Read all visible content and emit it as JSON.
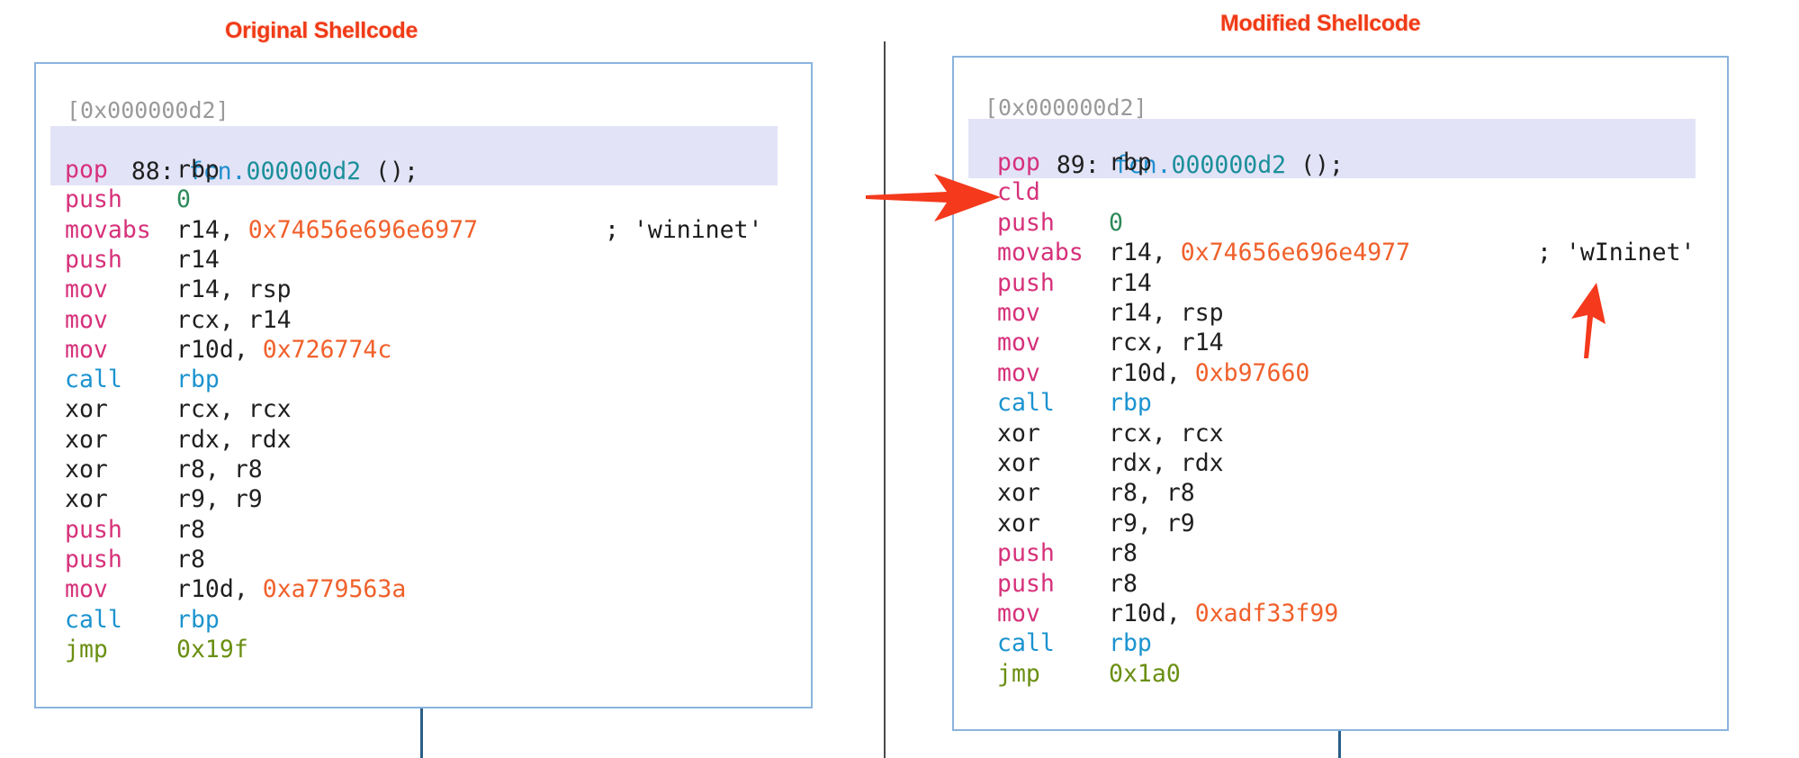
{
  "left": {
    "title": "Original Shellcode",
    "address": "[0x000000d2]",
    "function": {
      "index": "88:",
      "name_prefix": "fcn.",
      "name_addr": "000000d2",
      "suffix": " ();"
    },
    "instructions": [
      {
        "mnemonic": "pop",
        "operands": [
          {
            "t": "rbp",
            "c": "dark"
          }
        ],
        "mc": "pink"
      },
      {
        "mnemonic": "push",
        "operands": [
          {
            "t": "0",
            "c": "green"
          }
        ],
        "mc": "pink"
      },
      {
        "mnemonic": "movabs",
        "operands": [
          {
            "t": "r14, ",
            "c": "dark"
          },
          {
            "t": "0x74656e696e6977",
            "c": "orange"
          }
        ],
        "mc": "pink",
        "comment": "; 'wininet'"
      },
      {
        "mnemonic": "push",
        "operands": [
          {
            "t": "r14",
            "c": "dark"
          }
        ],
        "mc": "pink"
      },
      {
        "mnemonic": "mov",
        "operands": [
          {
            "t": "r14, rsp",
            "c": "dark"
          }
        ],
        "mc": "pink"
      },
      {
        "mnemonic": "mov",
        "operands": [
          {
            "t": "rcx, r14",
            "c": "dark"
          }
        ],
        "mc": "pink"
      },
      {
        "mnemonic": "mov",
        "operands": [
          {
            "t": "r10d, ",
            "c": "dark"
          },
          {
            "t": "0x726774c",
            "c": "orange"
          }
        ],
        "mc": "pink"
      },
      {
        "mnemonic": "call",
        "operands": [
          {
            "t": "rbp",
            "c": "cyan"
          }
        ],
        "mc": "cyan"
      },
      {
        "mnemonic": "xor",
        "operands": [
          {
            "t": "rcx, rcx",
            "c": "dark"
          }
        ],
        "mc": "dark"
      },
      {
        "mnemonic": "xor",
        "operands": [
          {
            "t": "rdx, rdx",
            "c": "dark"
          }
        ],
        "mc": "dark"
      },
      {
        "mnemonic": "xor",
        "operands": [
          {
            "t": "r8, r8",
            "c": "dark"
          }
        ],
        "mc": "dark"
      },
      {
        "mnemonic": "xor",
        "operands": [
          {
            "t": "r9, r9",
            "c": "dark"
          }
        ],
        "mc": "dark"
      },
      {
        "mnemonic": "push",
        "operands": [
          {
            "t": "r8",
            "c": "dark"
          }
        ],
        "mc": "pink"
      },
      {
        "mnemonic": "push",
        "operands": [
          {
            "t": "r8",
            "c": "dark"
          }
        ],
        "mc": "pink"
      },
      {
        "mnemonic": "mov",
        "operands": [
          {
            "t": "r10d, ",
            "c": "dark"
          },
          {
            "t": "0xa779563a",
            "c": "orange"
          }
        ],
        "mc": "pink"
      },
      {
        "mnemonic": "call",
        "operands": [
          {
            "t": "rbp",
            "c": "cyan"
          }
        ],
        "mc": "cyan"
      },
      {
        "mnemonic": "jmp",
        "operands": [
          {
            "t": "0x19f",
            "c": "olive"
          }
        ],
        "mc": "olive"
      }
    ]
  },
  "right": {
    "title": "Modified Shellcode",
    "address": "[0x000000d2]",
    "function": {
      "index": "89:",
      "name_prefix": "fcn.",
      "name_addr": "000000d2",
      "suffix": " ();"
    },
    "instructions": [
      {
        "mnemonic": "pop",
        "operands": [
          {
            "t": "rbp",
            "c": "dark"
          }
        ],
        "mc": "pink"
      },
      {
        "mnemonic": "cld",
        "operands": [],
        "mc": "pink"
      },
      {
        "mnemonic": "push",
        "operands": [
          {
            "t": "0",
            "c": "green"
          }
        ],
        "mc": "pink"
      },
      {
        "mnemonic": "movabs",
        "operands": [
          {
            "t": "r14, ",
            "c": "dark"
          },
          {
            "t": "0x74656e696e4977",
            "c": "orange"
          }
        ],
        "mc": "pink",
        "comment": "; 'wIninet'"
      },
      {
        "mnemonic": "push",
        "operands": [
          {
            "t": "r14",
            "c": "dark"
          }
        ],
        "mc": "pink"
      },
      {
        "mnemonic": "mov",
        "operands": [
          {
            "t": "r14, rsp",
            "c": "dark"
          }
        ],
        "mc": "pink"
      },
      {
        "mnemonic": "mov",
        "operands": [
          {
            "t": "rcx, r14",
            "c": "dark"
          }
        ],
        "mc": "pink"
      },
      {
        "mnemonic": "mov",
        "operands": [
          {
            "t": "r10d, ",
            "c": "dark"
          },
          {
            "t": "0xb97660",
            "c": "orange"
          }
        ],
        "mc": "pink"
      },
      {
        "mnemonic": "call",
        "operands": [
          {
            "t": "rbp",
            "c": "cyan"
          }
        ],
        "mc": "cyan"
      },
      {
        "mnemonic": "xor",
        "operands": [
          {
            "t": "rcx, rcx",
            "c": "dark"
          }
        ],
        "mc": "dark"
      },
      {
        "mnemonic": "xor",
        "operands": [
          {
            "t": "rdx, rdx",
            "c": "dark"
          }
        ],
        "mc": "dark"
      },
      {
        "mnemonic": "xor",
        "operands": [
          {
            "t": "r8, r8",
            "c": "dark"
          }
        ],
        "mc": "dark"
      },
      {
        "mnemonic": "xor",
        "operands": [
          {
            "t": "r9, r9",
            "c": "dark"
          }
        ],
        "mc": "dark"
      },
      {
        "mnemonic": "push",
        "operands": [
          {
            "t": "r8",
            "c": "dark"
          }
        ],
        "mc": "pink"
      },
      {
        "mnemonic": "push",
        "operands": [
          {
            "t": "r8",
            "c": "dark"
          }
        ],
        "mc": "pink"
      },
      {
        "mnemonic": "mov",
        "operands": [
          {
            "t": "r10d, ",
            "c": "dark"
          },
          {
            "t": "0xadf33f99",
            "c": "orange"
          }
        ],
        "mc": "pink"
      },
      {
        "mnemonic": "call",
        "operands": [
          {
            "t": "rbp",
            "c": "cyan"
          }
        ],
        "mc": "cyan"
      },
      {
        "mnemonic": "jmp",
        "operands": [
          {
            "t": "0x1a0",
            "c": "olive"
          }
        ],
        "mc": "olive"
      }
    ]
  },
  "annotations": {
    "arrow_color": "#f4391c",
    "arrows": [
      "arrow-to-cld",
      "arrow-to-modified-string"
    ]
  },
  "colors": {
    "title": "#f03a17",
    "node_border": "#8ab4de",
    "highlight": "#e3e3f7",
    "mnemonic_pink": "#d6317a",
    "call_cyan": "#1b93cf",
    "immediate_orange": "#f0602b",
    "jump_olive": "#6a8f12"
  }
}
